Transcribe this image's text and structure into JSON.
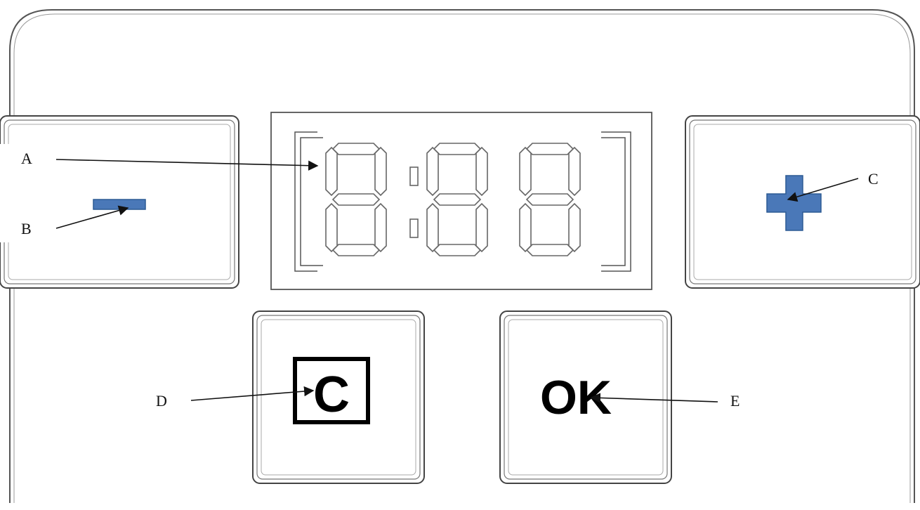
{
  "callouts": {
    "a": "A",
    "b": "B",
    "c": "C",
    "d": "D",
    "e": "E"
  },
  "buttons": {
    "clear_label": "C",
    "ok_label": "OK"
  },
  "colors": {
    "symbol_blue": "#4a78b8",
    "symbol_blue_edge": "#2c5a94",
    "outline": "#555555"
  }
}
